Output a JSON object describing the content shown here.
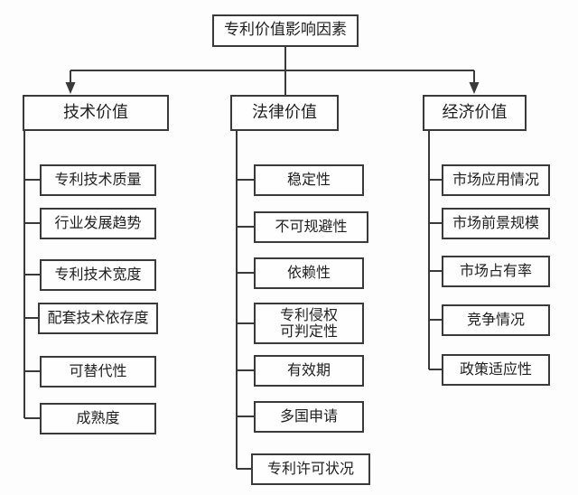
{
  "diagram": {
    "title": "专利价值影响因素",
    "root": "专利价值影响因素",
    "branches": [
      {
        "label": "技术价值",
        "children": [
          "专利技术质量",
          "行业发展趋势",
          "专利技术宽度",
          "配套技术依存度",
          "可替代性",
          "成熟度"
        ]
      },
      {
        "label": "法律价值",
        "children": [
          "稳定性",
          "不可规避性",
          "依赖性",
          "专利侵权\n可判定性",
          "有效期",
          "多国申请",
          "专利许可状况"
        ]
      },
      {
        "label": "经济价值",
        "children": [
          "市场应用情况",
          "市场前景规模",
          "市场占有率",
          "竞争情况",
          "政策适应性"
        ]
      }
    ],
    "colors": {
      "line": "#3a3a3a",
      "box_border": "#3a3a3a",
      "box_fill": "#fefefe",
      "text": "#1f1f1f",
      "background": "#fdfdfd"
    }
  }
}
